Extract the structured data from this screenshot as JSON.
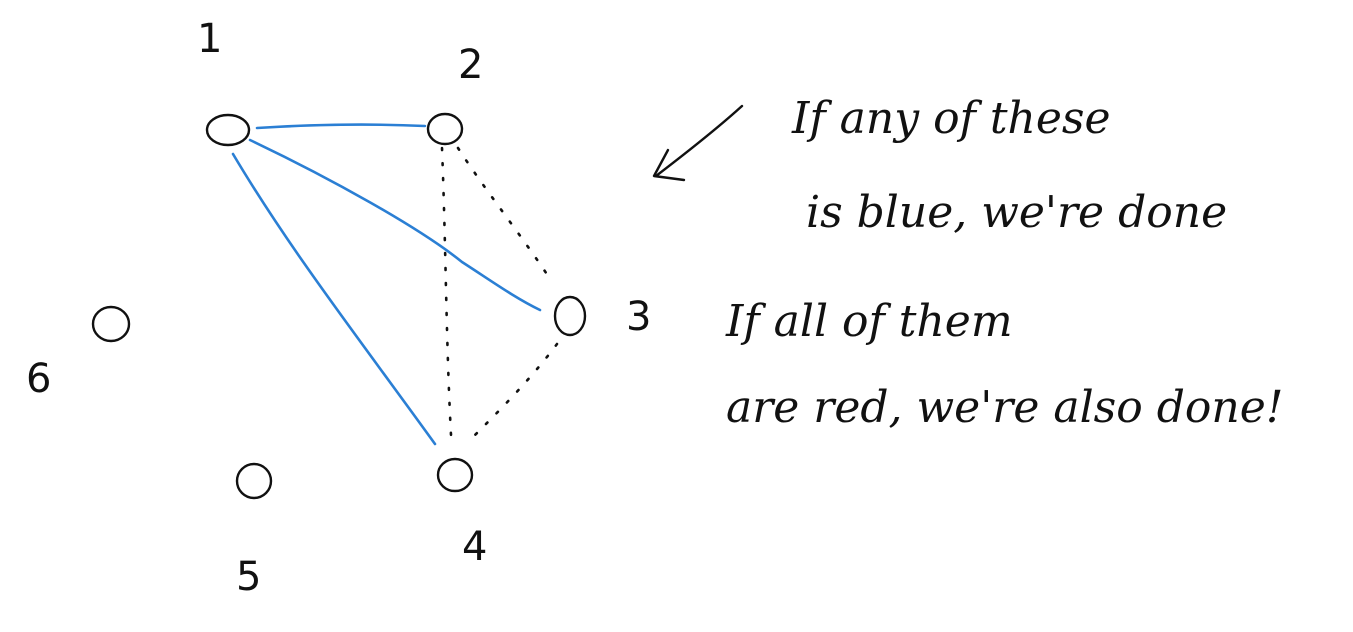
{
  "diagram": {
    "nodes": [
      {
        "id": "1",
        "label": "1"
      },
      {
        "id": "2",
        "label": "2"
      },
      {
        "id": "3",
        "label": "3"
      },
      {
        "id": "4",
        "label": "4"
      },
      {
        "id": "5",
        "label": "5"
      },
      {
        "id": "6",
        "label": "6"
      }
    ],
    "edges": [
      {
        "from": "1",
        "to": "2",
        "style": "solid",
        "color": "blue"
      },
      {
        "from": "1",
        "to": "3",
        "style": "solid",
        "color": "blue"
      },
      {
        "from": "1",
        "to": "4",
        "style": "solid",
        "color": "blue"
      },
      {
        "from": "2",
        "to": "3",
        "style": "dotted",
        "color": "black"
      },
      {
        "from": "2",
        "to": "4",
        "style": "dotted",
        "color": "black"
      },
      {
        "from": "3",
        "to": "4",
        "style": "dotted",
        "color": "black"
      }
    ],
    "colors": {
      "blue_edge": "#2b7fd4",
      "ink": "#111111"
    }
  },
  "notes": {
    "note1_line1": "If any of these",
    "note1_line2": "is blue, we're done",
    "note2_line1": "If all of them",
    "note2_line2": "are red, we're also done!"
  }
}
